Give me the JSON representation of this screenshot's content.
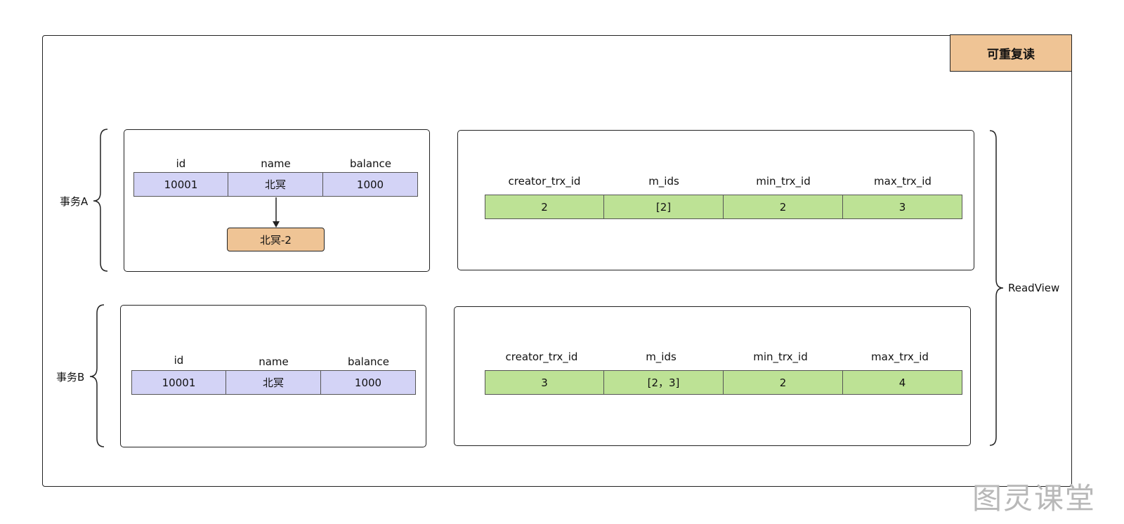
{
  "mode_label": "可重复读",
  "readview_label": "ReadView",
  "watermark": "图灵课堂",
  "transactions": [
    {
      "label": "事务A",
      "record": {
        "headers": [
          "id",
          "name",
          "balance"
        ],
        "values": [
          "10001",
          "北冥",
          "1000"
        ]
      },
      "undo_value": "北冥-2",
      "readview": {
        "headers": [
          "creator_trx_id",
          "m_ids",
          "min_trx_id",
          "max_trx_id"
        ],
        "values": [
          "2",
          "[2]",
          "2",
          "3"
        ]
      }
    },
    {
      "label": "事务B",
      "record": {
        "headers": [
          "id",
          "name",
          "balance"
        ],
        "values": [
          "10001",
          "北冥",
          "1000"
        ]
      },
      "readview": {
        "headers": [
          "creator_trx_id",
          "m_ids",
          "min_trx_id",
          "max_trx_id"
        ],
        "values": [
          "3",
          "[2，3]",
          "2",
          "4"
        ]
      }
    }
  ]
}
